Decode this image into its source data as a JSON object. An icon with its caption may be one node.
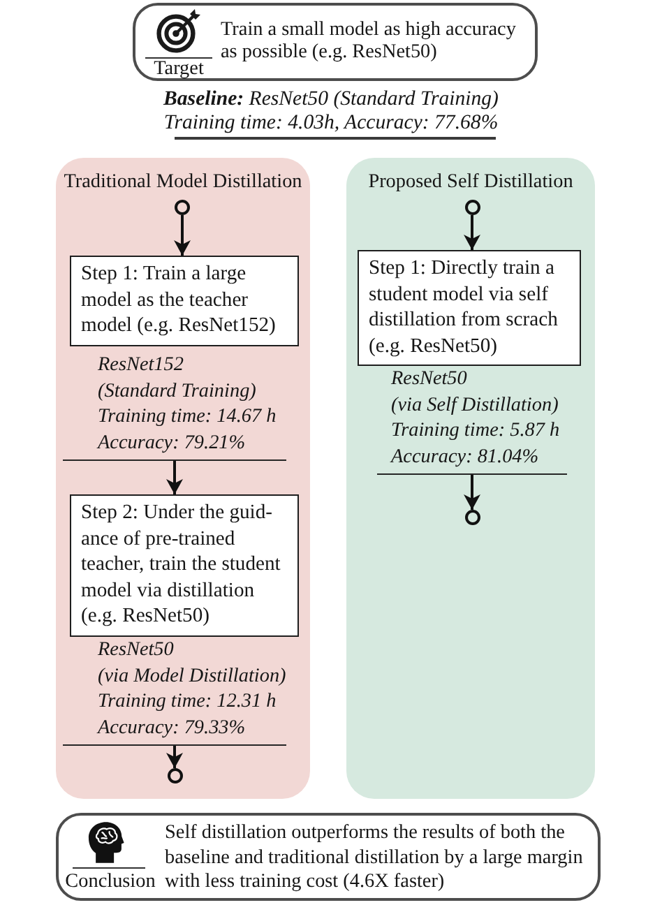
{
  "diagram": {
    "nodes": [
      {
        "text": [
          "Target",
          "Train a small model as high accuracy as possible (e.g. ResNet50)"
        ]
      },
      {
        "text": [
          "Traditional Model Distillation"
        ]
      },
      {
        "text": [],
        "shape": "circle",
        "in": 1
      },
      {
        "text": [
          "Step 1: Train a large model as the teacher model (e.g. ResNet152)"
        ],
        "in": 1
      },
      {
        "text": [
          "ResNet152",
          "(Standard Training)",
          "Training time: 14.67 h",
          "Accuracy: 79.21%"
        ],
        "in": 1
      },
      {
        "text": [
          "Step 2: Under the guid-ance of pre-trained teacher, train the student model via distillation (e.g. ResNet50)"
        ],
        "in": 1
      },
      {
        "text": [
          "ResNet50",
          "(via Model Distillation)",
          "Training time: 12.31 h",
          "Accuracy: 79.33%"
        ],
        "in": 1
      },
      {
        "text": [],
        "shape": "circle",
        "in": 1
      },
      {
        "text": [
          "Proposed Self Distillation"
        ]
      },
      {
        "text": [],
        "shape": "circle",
        "in": 8
      },
      {
        "text": [
          "Step 1: Directly train a student model via self distillation from scrach (e.g. ResNet50)"
        ],
        "in": 8
      },
      {
        "text": [
          "ResNet50",
          "(via Self Distillation)",
          "Training time: 5.87 h",
          "Accuracy: 81.04%"
        ],
        "in": 8
      },
      {
        "text": [],
        "shape": "circle",
        "in": 8
      },
      {
        "text": [
          "Conclusion",
          "Self distillation outperforms the results of both the baseline and traditional distillation by a large margin with less training cost (4.6X faster)"
        ]
      }
    ],
    "edges": [
      {
        "from": 2,
        "to": 3,
        "arrow": "to"
      },
      {
        "from": 4,
        "to": 5,
        "arrow": "to"
      },
      {
        "from": 6,
        "to": 7,
        "arrow": "to"
      },
      {
        "from": 9,
        "to": 10,
        "arrow": "to"
      },
      {
        "from": 11,
        "to": 12,
        "arrow": "to"
      }
    ],
    "labels": [
      "**Baseline:** ResNet50 (Standard Training)",
      "Training time: 4.03h, Accuracy: 77.68%"
    ]
  }
}
